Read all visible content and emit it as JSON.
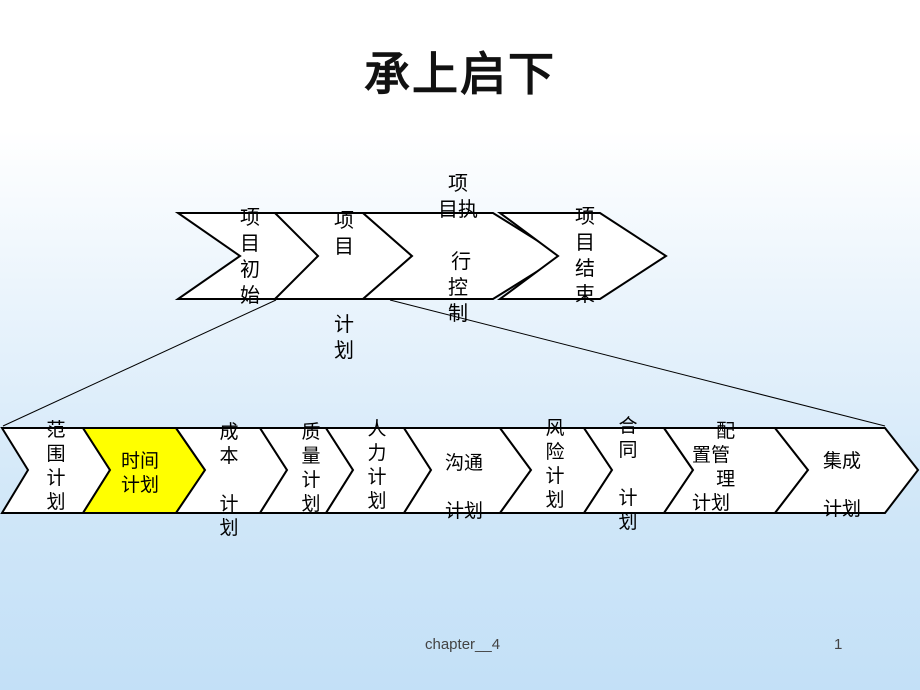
{
  "title": "承上启下",
  "phases": [
    {
      "label": "项\n目\n初\n始"
    },
    {
      "label": "项\n目\n\n\n计\n划"
    },
    {
      "label": "项\n目执\n\n 行\n控\n制"
    },
    {
      "label": "项\n目\n结\n束"
    }
  ],
  "plans": [
    {
      "label": "范\n围\n计\n划",
      "highlight": false
    },
    {
      "label": "时间\n计划",
      "highlight": true
    },
    {
      "label": "成\n本\n\n计\n划",
      "highlight": false
    },
    {
      "label": "质\n量\n计\n划",
      "highlight": false
    },
    {
      "label": "人\n力\n计\n划",
      "highlight": false
    },
    {
      "label": "沟通\n\n计划",
      "highlight": false
    },
    {
      "label": "风\n险\n计\n划",
      "highlight": false
    },
    {
      "label": "合\n同\n\n计\n划",
      "highlight": false
    },
    {
      "label": "    配\n置管\n    理\n计划",
      "highlight": false
    },
    {
      "label": "集成\n\n计划",
      "highlight": false
    }
  ],
  "colors": {
    "highlight": "#ffff00",
    "fill": "#ffffff",
    "stroke": "#000000"
  },
  "footer": {
    "chapter": "chapter__4",
    "page": "1"
  }
}
